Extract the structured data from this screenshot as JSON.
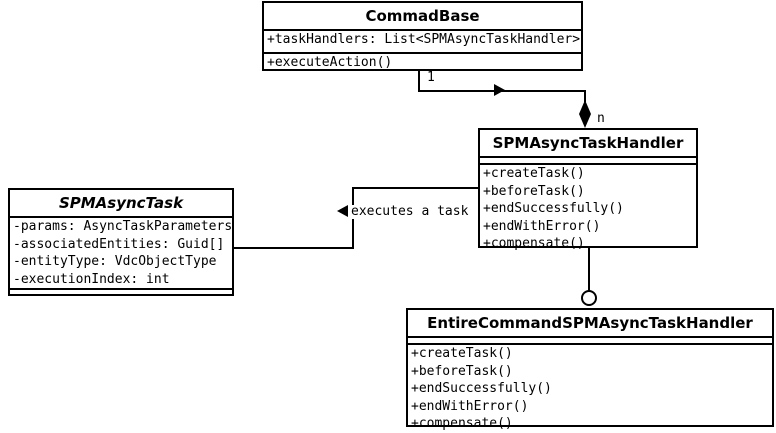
{
  "diagram": {
    "type": "uml-class-diagram",
    "background": "#ffffff",
    "line_color": "#000000"
  },
  "classes": [
    {
      "id": "commad-base",
      "name": "CommadBase",
      "abstract": false,
      "attributes": [
        "+taskHandlers: List<SPMAsyncTaskHandler>"
      ],
      "methods": [
        "+executeAction()"
      ],
      "has_empty_compartment": false
    },
    {
      "id": "spm-async-task-handler",
      "name": "SPMAsyncTaskHandler",
      "abstract": false,
      "attributes": [],
      "methods": [
        "+createTask()",
        "+beforeTask()",
        "+endSuccessfully()",
        "+endWithError()",
        "+compensate()"
      ],
      "has_empty_compartment": true
    },
    {
      "id": "spm-async-task",
      "name": "SPMAsyncTask",
      "abstract": true,
      "attributes": [
        "-params: AsyncTaskParameters",
        "-associatedEntities: Guid[]",
        "-entityType: VdcObjectType",
        "-executionIndex: int"
      ],
      "methods": [],
      "has_empty_compartment": true
    },
    {
      "id": "entire-command-spm-async-task-handler",
      "name": "EntireCommandSPMAsyncTaskHandler",
      "abstract": false,
      "attributes": [],
      "methods": [
        "+createTask()",
        "+beforeTask()",
        "+endSuccessfully()",
        "+endWithError()",
        "+compensate()"
      ],
      "has_empty_compartment": true
    }
  ],
  "relationships": [
    {
      "id": "composition-commadbase-handler",
      "from": "commad-base",
      "to": "spm-async-task-handler",
      "kind": "composition",
      "source_multiplicity": "1",
      "target_multiplicity": "n",
      "label": ""
    },
    {
      "id": "association-task-handler",
      "from": "spm-async-task",
      "to": "spm-async-task-handler",
      "kind": "directed-association",
      "label": "executes a task",
      "source_multiplicity": "",
      "target_multiplicity": ""
    },
    {
      "id": "realization-handler-entire",
      "from": "entire-command-spm-async-task-handler",
      "to": "spm-async-task-handler",
      "kind": "interface-socket",
      "label": "",
      "source_multiplicity": "",
      "target_multiplicity": ""
    }
  ]
}
